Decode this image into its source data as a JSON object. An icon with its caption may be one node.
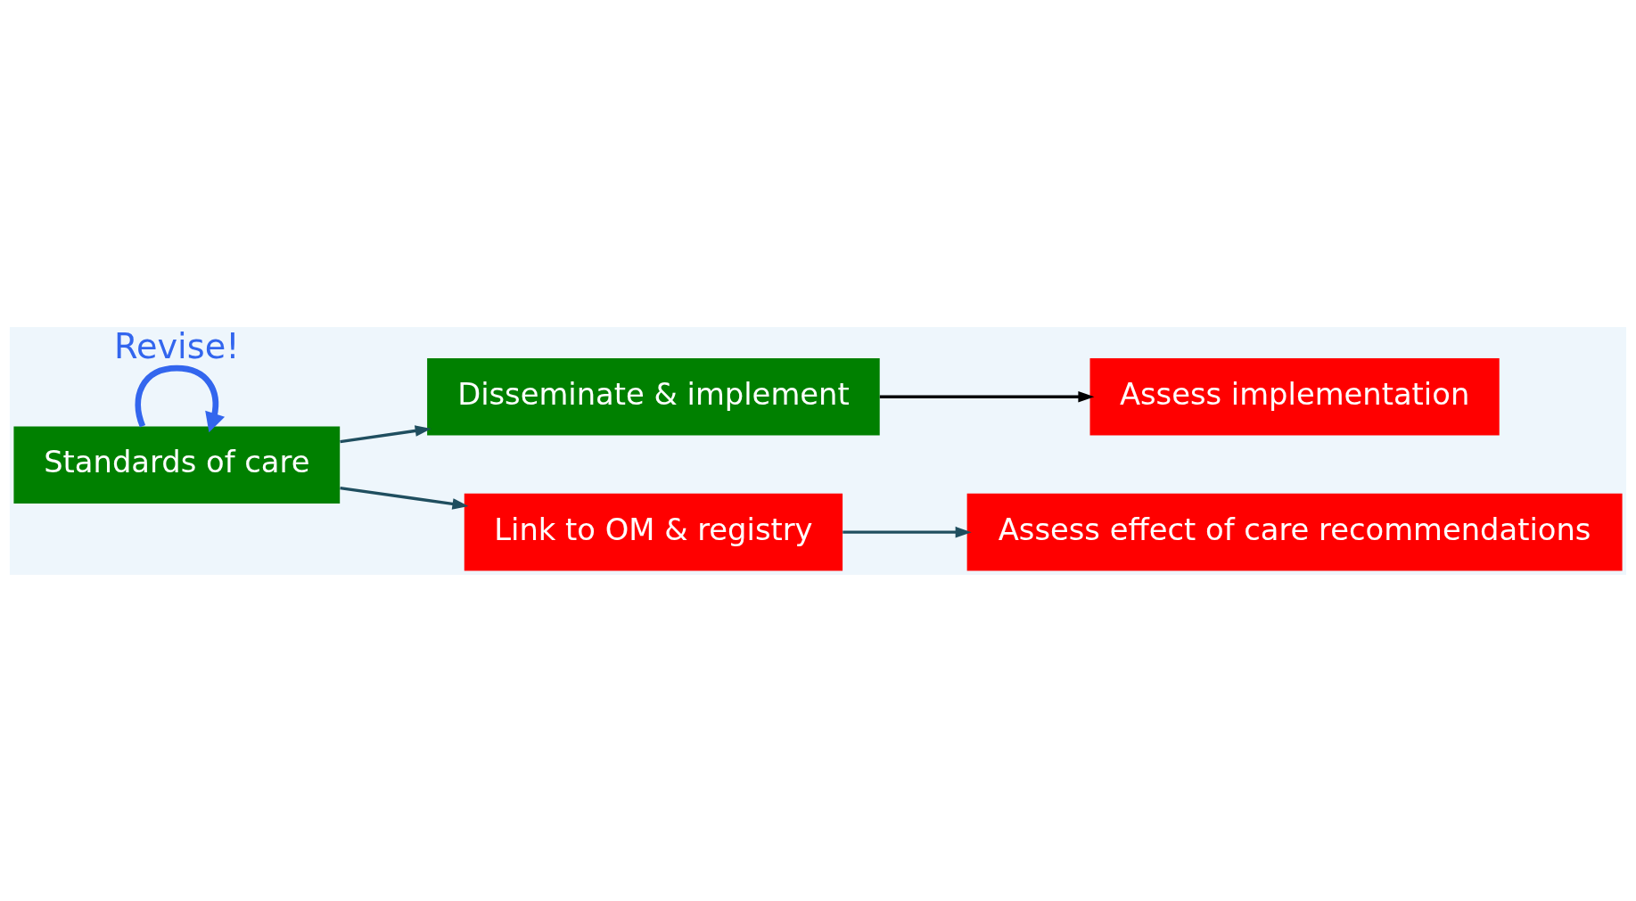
{
  "diagram": {
    "nodes": [
      {
        "text": [
          "Standards of care"
        ]
      },
      {
        "text": [
          "Disseminate & implement"
        ]
      },
      {
        "text": [
          "Assess implementation"
        ]
      },
      {
        "text": [
          "Link to OM & registry"
        ]
      },
      {
        "text": [
          "Assess effect of care recommendations"
        ]
      }
    ],
    "edges": [
      {
        "from": 0,
        "to": 1,
        "arrow": "to"
      },
      {
        "from": 1,
        "to": 2,
        "arrow": "to",
        "color": "#000000"
      },
      {
        "from": 0,
        "to": 3,
        "arrow": "to"
      },
      {
        "from": 3,
        "to": 4,
        "arrow": "to"
      },
      {
        "from": 0,
        "to": 0,
        "arrow": "to",
        "label": "Revise!",
        "style": "thick",
        "color": "#3366ee"
      }
    ]
  }
}
